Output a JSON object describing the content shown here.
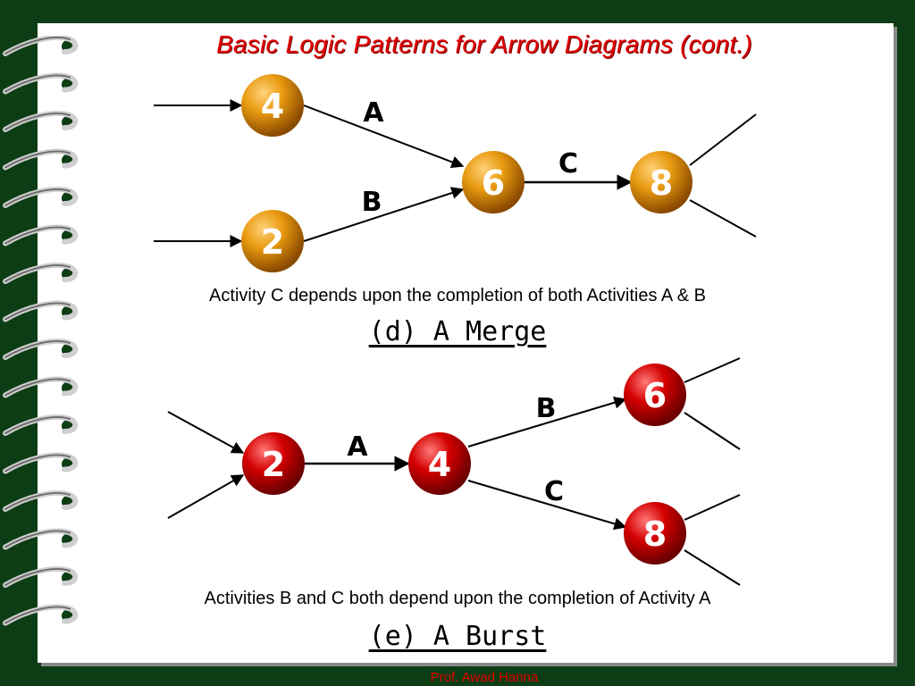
{
  "title": "Basic Logic Patterns for Arrow Diagrams (cont.)",
  "merge": {
    "caption": "Activity C depends upon the completion of both Activities A & B",
    "heading": "(d) A Merge",
    "nodes": [
      "4",
      "2",
      "6",
      "8"
    ],
    "activities": [
      "A",
      "B",
      "C"
    ]
  },
  "burst": {
    "caption": "Activities B and C both depend upon the completion of Activity A",
    "heading": "(e) A Burst",
    "nodes": [
      "2",
      "4",
      "6",
      "8"
    ],
    "activities": [
      "A",
      "B",
      "C"
    ]
  },
  "footer": "Prof. Awad Hanna",
  "colors": {
    "background": "#0d3d14",
    "title": "#e00000",
    "merge_node": "#e08a00",
    "burst_node": "#d40000"
  }
}
